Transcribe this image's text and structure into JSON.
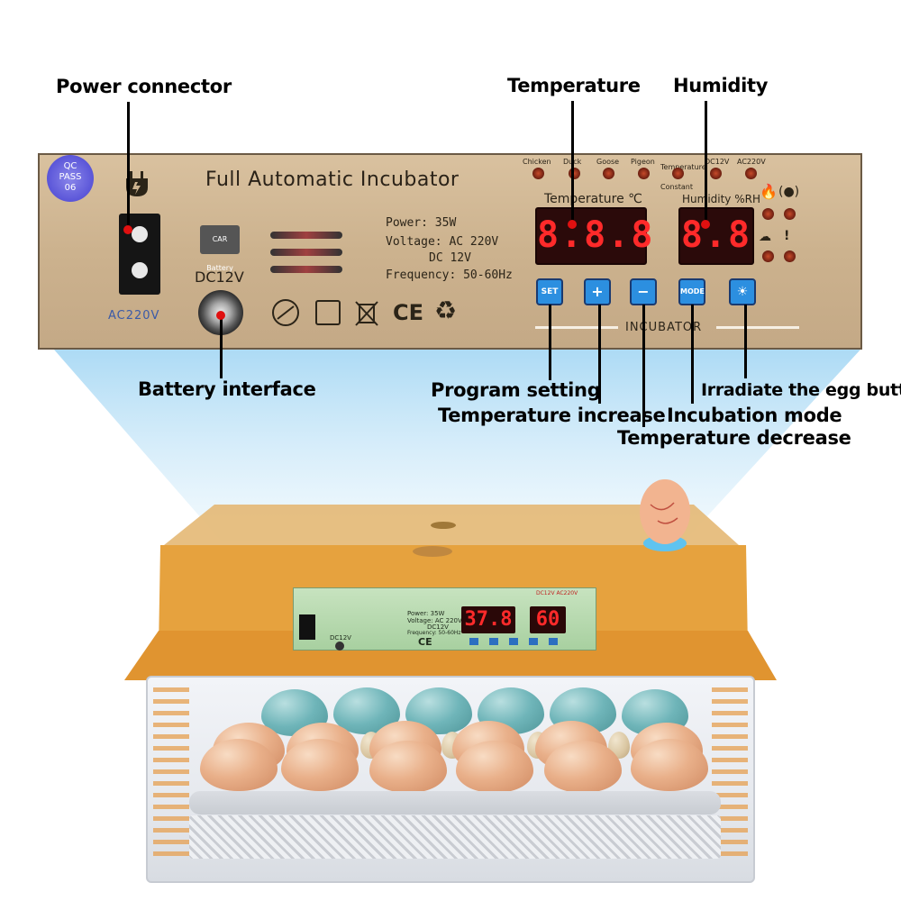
{
  "callouts": {
    "power_connector": "Power connector",
    "battery_interface": "Battery interface",
    "temperature": "Temperature",
    "humidity": "Humidity",
    "program_setting": "Program setting",
    "temperature_increase": "Temperature increase",
    "temperature_decrease": "Temperature decrease",
    "incubation_mode": "Incubation mode",
    "irradiate_button": "Irradiate the egg button"
  },
  "panel": {
    "title": "Full Automatic Incubator",
    "qc_line1": "QC",
    "qc_line2": "PASS",
    "qc_line3": "06",
    "ac_label": "AC220V",
    "dc_label": "DC12V",
    "battery_text": "CAR Battery",
    "power": "Power: 35W",
    "voltage_line1": "Voltage: AC 220V",
    "voltage_line2": "DC 12V",
    "frequency": "Frequency: 50-60Hz",
    "temp_label": "Temperature ℃",
    "humidity_label": "Humidity %RH",
    "temp_display": "8.8.8",
    "humidity_display": "8.8",
    "incubator_label": "INCUBATOR",
    "ce_mark": "CE",
    "mode_leds": [
      "Chicken",
      "Duck",
      "Goose",
      "Pigeon",
      "Temperature Constant",
      "DC12V",
      "AC220V"
    ],
    "buttons": {
      "set": "SET",
      "plus": "+",
      "minus": "−",
      "mode": "MODE",
      "light": "☀"
    }
  },
  "mini_panel": {
    "temp_display": "37.8",
    "humidity_display": "60",
    "power": "Power: 35W",
    "voltage_line1": "Voltage: AC 220V",
    "voltage_line2": "DC12V",
    "frequency": "Frequency: 50-60Hz",
    "dc_label": "DC12V",
    "ce_mark": "CE",
    "status_labels": "DC12V AC220V"
  },
  "colors": {
    "panel_gold": "#ccb28e",
    "button_blue": "#2c8fe0",
    "display_red": "#ff2a2a",
    "lid_orange": "#e8a43c",
    "beam_blue": "#bfe3f7"
  }
}
